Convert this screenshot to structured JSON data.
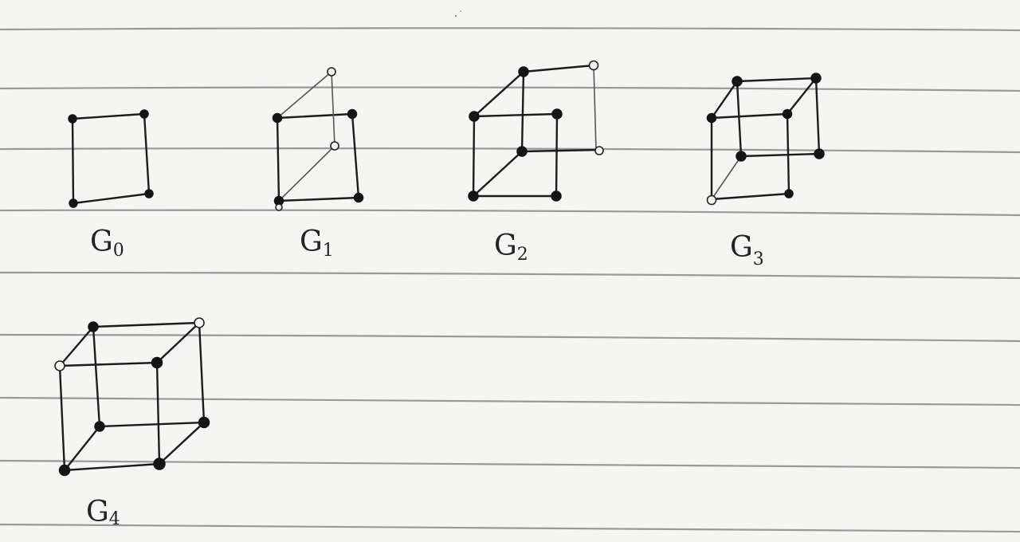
{
  "graphs": [
    {
      "name": "G",
      "index": "0"
    },
    {
      "name": "G",
      "index": "1"
    },
    {
      "name": "G",
      "index": "2"
    },
    {
      "name": "G",
      "index": "3"
    },
    {
      "name": "G",
      "index": "4"
    }
  ],
  "colors": {
    "paper": "#f5f5f3",
    "rule_line": "#9a9a9a",
    "ink": "#1c1c1c"
  }
}
